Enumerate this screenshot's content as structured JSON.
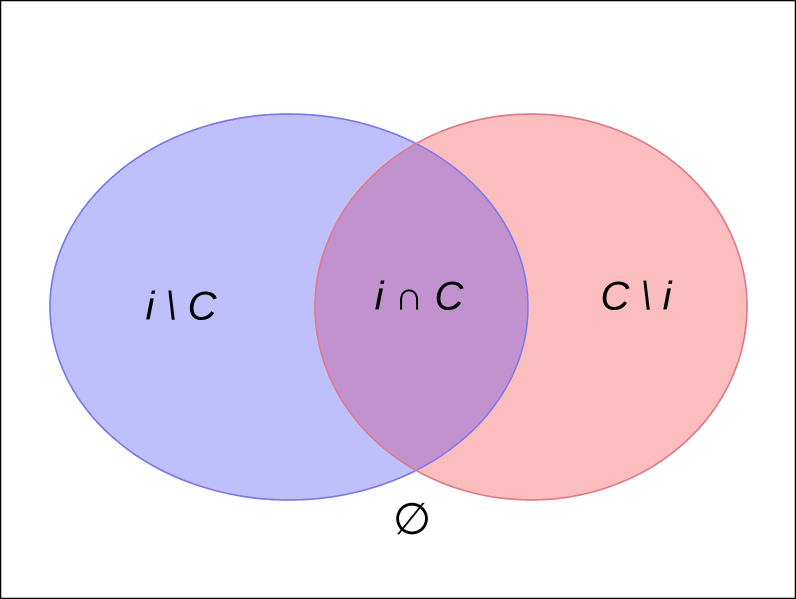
{
  "diagram": {
    "type": "venn",
    "colors": {
      "left_fill": "#bfc0fb",
      "left_stroke": "#7a78ec",
      "right_fill": "#fbbdbd",
      "right_stroke": "#ec7a7a",
      "overlap_fill": "#c192cd",
      "frame": "#000000"
    },
    "regions": {
      "left_only": "i \\ C",
      "intersection": "i ∩ C",
      "right_only": "C \\ i",
      "outside": "∅"
    }
  }
}
